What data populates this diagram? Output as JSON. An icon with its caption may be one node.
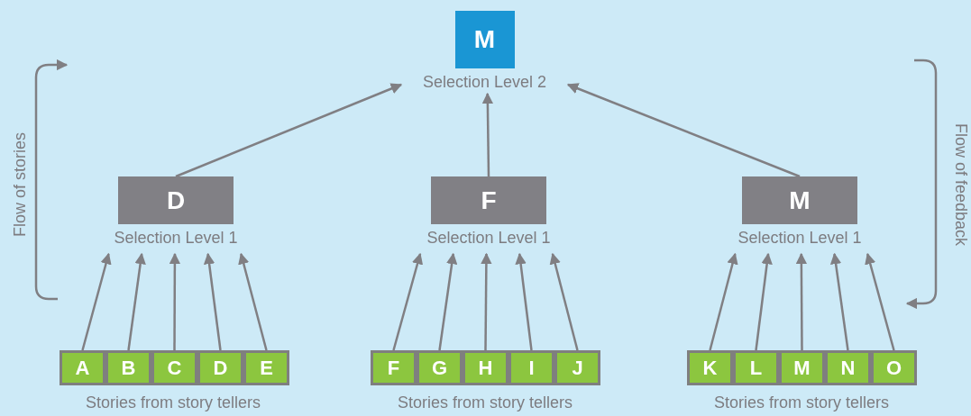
{
  "diagram": {
    "nodes": [
      {
        "text": [
          "M"
        ],
        "beside": [
          "Selection Level 2"
        ]
      },
      {
        "text": [
          "D"
        ],
        "beside": [
          "Selection Level 1"
        ]
      },
      {
        "text": [
          "F"
        ],
        "beside": [
          "Selection Level 1"
        ]
      },
      {
        "text": [
          "M"
        ],
        "beside": [
          "Selection Level 1"
        ]
      },
      {
        "text": [
          "A"
        ]
      },
      {
        "text": [
          "B"
        ]
      },
      {
        "text": [
          "C"
        ]
      },
      {
        "text": [
          "D"
        ]
      },
      {
        "text": [
          "E"
        ]
      },
      {
        "text": [
          "F"
        ]
      },
      {
        "text": [
          "G"
        ]
      },
      {
        "text": [
          "H"
        ]
      },
      {
        "text": [
          "I"
        ]
      },
      {
        "text": [
          "J"
        ]
      },
      {
        "text": [
          "K"
        ]
      },
      {
        "text": [
          "L"
        ]
      },
      {
        "text": [
          "M"
        ]
      },
      {
        "text": [
          "N"
        ]
      },
      {
        "text": [
          "O"
        ]
      }
    ],
    "edges": [
      {
        "from": 1,
        "to": 0,
        "arrow": "to"
      },
      {
        "from": 2,
        "to": 0,
        "arrow": "to"
      },
      {
        "from": 3,
        "to": 0,
        "arrow": "to"
      },
      {
        "from": 4,
        "to": 1,
        "arrow": "to"
      },
      {
        "from": 5,
        "to": 1,
        "arrow": "to"
      },
      {
        "from": 6,
        "to": 1,
        "arrow": "to"
      },
      {
        "from": 7,
        "to": 1,
        "arrow": "to"
      },
      {
        "from": 8,
        "to": 1,
        "arrow": "to"
      },
      {
        "from": 9,
        "to": 2,
        "arrow": "to"
      },
      {
        "from": 10,
        "to": 2,
        "arrow": "to"
      },
      {
        "from": 11,
        "to": 2,
        "arrow": "to"
      },
      {
        "from": 12,
        "to": 2,
        "arrow": "to"
      },
      {
        "from": 13,
        "to": 2,
        "arrow": "to"
      },
      {
        "from": 14,
        "to": 3,
        "arrow": "to"
      },
      {
        "from": 15,
        "to": 3,
        "arrow": "to"
      },
      {
        "from": 16,
        "to": 3,
        "arrow": "to"
      },
      {
        "from": 17,
        "to": 3,
        "arrow": "to"
      },
      {
        "from": 18,
        "to": 3,
        "arrow": "to"
      }
    ],
    "labels": [
      "Flow of stories",
      "Flow of feedback",
      "Stories from story tellers",
      "Stories from story tellers",
      "Stories from story tellers"
    ]
  }
}
